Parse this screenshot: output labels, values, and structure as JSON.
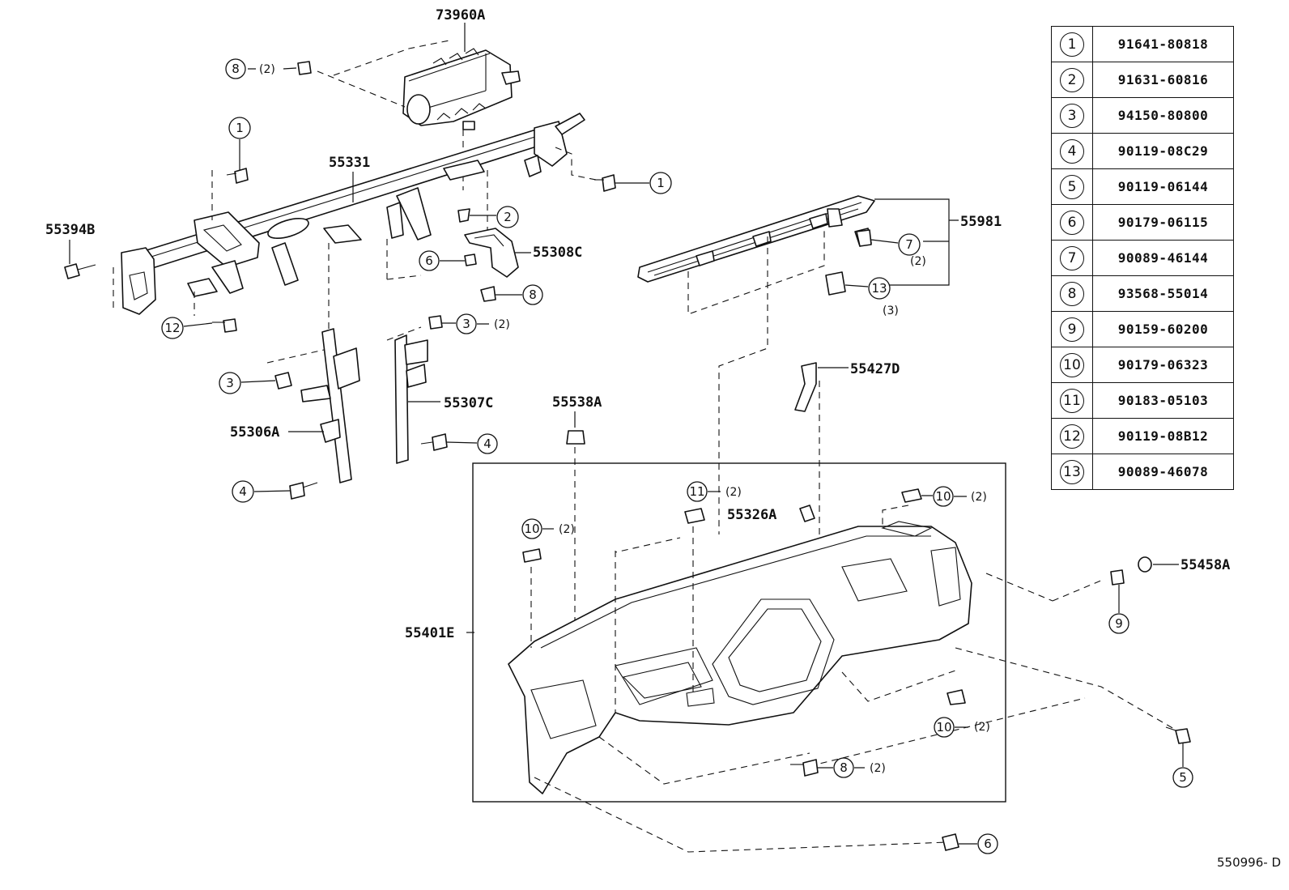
{
  "figure_ref": "550996- D",
  "parts": {
    "p73960A": "73960A",
    "p55331": "55331",
    "p55394B": "55394B",
    "p55308C": "55308C",
    "p55306A": "55306A",
    "p55307C": "55307C",
    "p55538A": "55538A",
    "p55981": "55981",
    "p55427D": "55427D",
    "p55326A": "55326A",
    "p55458A": "55458A",
    "p55401E": "55401E"
  },
  "callouts": {
    "c1": "1",
    "c2": "2",
    "c3": "3",
    "c4": "4",
    "c5": "5",
    "c6": "6",
    "c7": "7",
    "c8": "8",
    "c9": "9",
    "c10": "10",
    "c11": "11",
    "c12": "12",
    "c13": "13"
  },
  "quantities": {
    "q2": "(2)",
    "q3": "(3)"
  },
  "legend": [
    {
      "key": "1",
      "part": "91641-80818"
    },
    {
      "key": "2",
      "part": "91631-60816"
    },
    {
      "key": "3",
      "part": "94150-80800"
    },
    {
      "key": "4",
      "part": "90119-08C29"
    },
    {
      "key": "5",
      "part": "90119-06144"
    },
    {
      "key": "6",
      "part": "90179-06115"
    },
    {
      "key": "7",
      "part": "90089-46144"
    },
    {
      "key": "8",
      "part": "93568-55014"
    },
    {
      "key": "9",
      "part": "90159-60200"
    },
    {
      "key": "10",
      "part": "90179-06323"
    },
    {
      "key": "11",
      "part": "90183-05103"
    },
    {
      "key": "12",
      "part": "90119-08B12"
    },
    {
      "key": "13",
      "part": "90089-46078"
    }
  ]
}
